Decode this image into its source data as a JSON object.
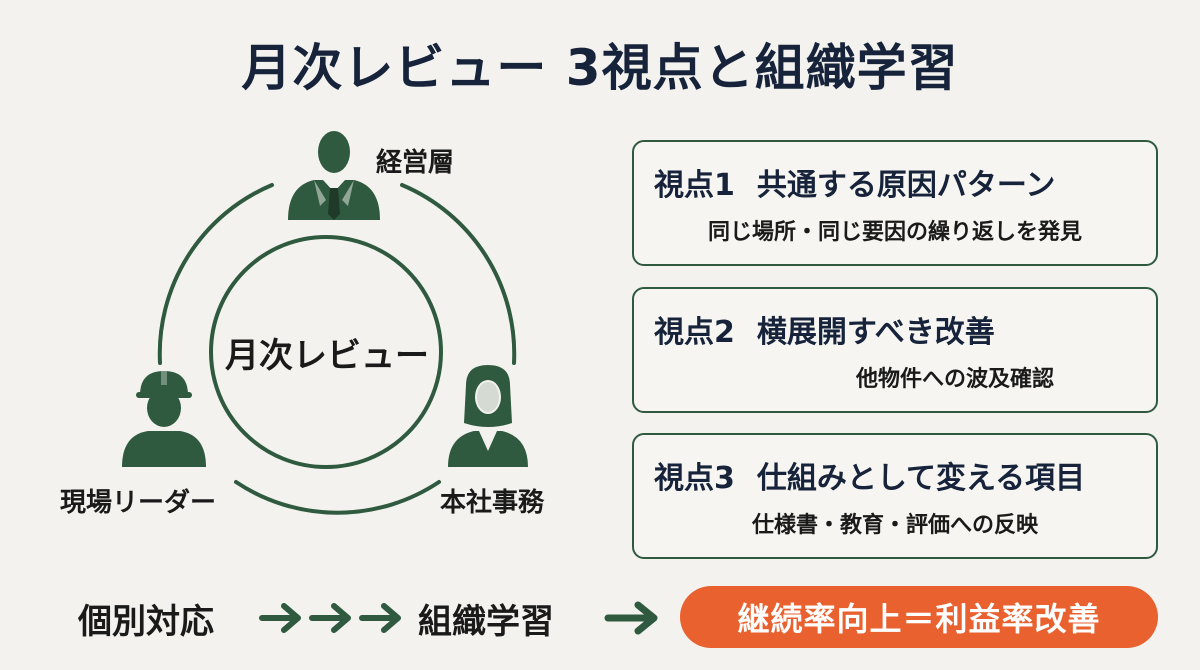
{
  "title": "月次レビュー 3視点と組織学習",
  "cycle": {
    "center": "月次レビュー",
    "top_person": "経営層",
    "left_person": "現場リーダー",
    "right_person": "本社事務"
  },
  "views": [
    {
      "number": "視点1",
      "heading": "共通する原因パターン",
      "detail": "同じ場所・同じ要因の繰り返しを発見"
    },
    {
      "number": "視点2",
      "heading": "横展開すべき改善",
      "detail": "他物件への波及確認"
    },
    {
      "number": "視点3",
      "heading": "仕組みとして変える項目",
      "detail": "仕様書・教育・評価への反映"
    }
  ],
  "flow": {
    "from": "個別対応",
    "to": "組織学習",
    "result": "継続率向上＝利益率改善"
  },
  "colors": {
    "accent_green": "#2f5a3f",
    "result_orange": "#e8612f",
    "title_navy": "#16233a"
  }
}
